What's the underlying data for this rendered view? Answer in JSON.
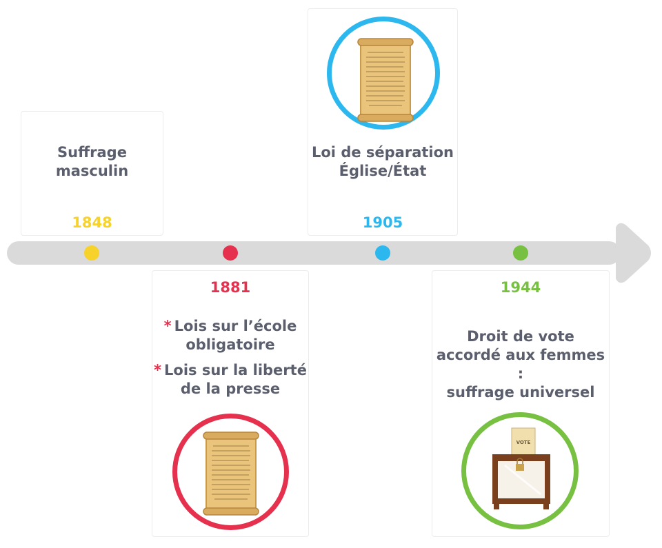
{
  "events": [
    {
      "year": "1848",
      "title_lines": [
        "Suffrage",
        "masculin"
      ],
      "color": "#f6d22a"
    },
    {
      "year": "1881",
      "bullets": [
        {
          "marker": "*",
          "lines": [
            "Lois sur l’école",
            "obligatoire"
          ]
        },
        {
          "marker": "*",
          "lines": [
            "Lois sur la liberté",
            "de la presse"
          ]
        }
      ],
      "color": "#e5304e",
      "icon": "parchment-scroll-icon"
    },
    {
      "year": "1905",
      "title_lines": [
        "Loi de séparation",
        "Église/État"
      ],
      "color": "#2cb8ee",
      "icon": "parchment-scroll-icon"
    },
    {
      "year": "1944",
      "title_lines": [
        "Droit de vote",
        "accordé aux femmes :",
        "suffrage universel"
      ],
      "color": "#77c041",
      "icon": "ballot-box-icon"
    }
  ],
  "ballot_label": "VOTE",
  "arrow_color": "#dadada"
}
